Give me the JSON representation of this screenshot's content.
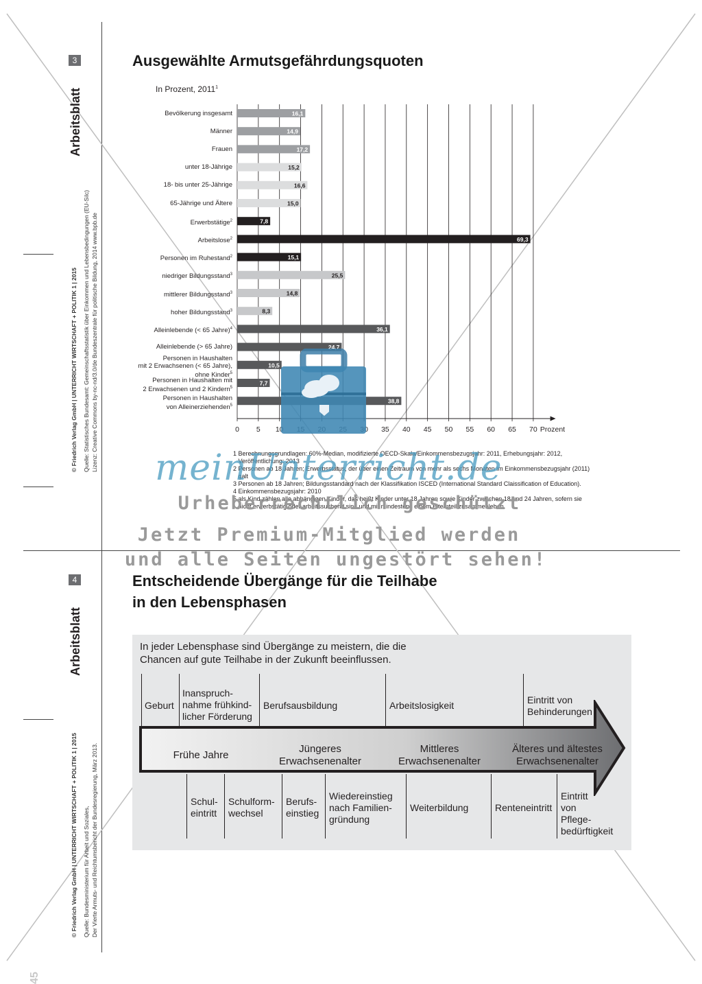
{
  "section3": {
    "number": "3",
    "sidebar_label": "Arbeitsblatt",
    "copyright": "© Friedrich Verlag GmbH | UNTERRICHT WIRTSCHAFT + POLITIK 1 | 2015",
    "source_line1": "Quelle: Statistisches Bundesamt: Gemeinschaftsstatistik über Einkommen und Lebensbedingungen (EU-Silc)",
    "source_line2": "Lizenz: Creative Commons by-nc-nd/3.0/de Bundeszentrale für politische Bildung, 2014 www.bpb.de",
    "title": "Ausgewählte Armutsgefährdungsquoten",
    "subtitle": "In Prozent, 2011",
    "subtitle_sup": "1"
  },
  "chart_data": {
    "type": "bar",
    "orientation": "horizontal",
    "title": "Ausgewählte Armutsgefährdungsquoten",
    "subtitle": "In Prozent, 2011",
    "xlabel": "Prozent",
    "xlim": [
      0,
      70
    ],
    "xticks": [
      0,
      5,
      10,
      15,
      20,
      25,
      30,
      35,
      40,
      45,
      50,
      55,
      60,
      65,
      70
    ],
    "grid": true,
    "categories": [
      {
        "label": "Bevölkerung insgesamt",
        "sup": "",
        "value": 16.1,
        "value_label": "16,1",
        "color": "#9d9fa2"
      },
      {
        "label": "Männer",
        "sup": "",
        "value": 14.9,
        "value_label": "14,9",
        "color": "#9d9fa2"
      },
      {
        "label": "Frauen",
        "sup": "",
        "value": 17.2,
        "value_label": "17,2",
        "color": "#9d9fa2"
      },
      {
        "label": "unter 18-Jährige",
        "sup": "",
        "value": 15.2,
        "value_label": "15,2",
        "color": "#dcddde"
      },
      {
        "label": "18- bis unter 25-Jährige",
        "sup": "",
        "value": 16.6,
        "value_label": "16,6",
        "color": "#dcddde"
      },
      {
        "label": "65-Jährige und Ältere",
        "sup": "",
        "value": 15.0,
        "value_label": "15,0",
        "color": "#dcddde"
      },
      {
        "label": "Erwerbstätige",
        "sup": "2",
        "value": 7.8,
        "value_label": "7,8",
        "color": "#231f20"
      },
      {
        "label": "Arbeitslose",
        "sup": "2",
        "value": 69.3,
        "value_label": "69,3",
        "color": "#231f20"
      },
      {
        "label": "Personen im Ruhestand",
        "sup": "2",
        "value": 15.1,
        "value_label": "15,1",
        "color": "#231f20"
      },
      {
        "label": "niedriger Bildungsstand",
        "sup": "3",
        "value": 25.5,
        "value_label": "25,5",
        "color": "#c7c8ca"
      },
      {
        "label": "mittlerer Bildungsstand",
        "sup": "3",
        "value": 14.8,
        "value_label": "14,8",
        "color": "#c7c8ca"
      },
      {
        "label": "hoher Bildungsstand",
        "sup": "3",
        "value": 8.3,
        "value_label": "8,3",
        "color": "#c7c8ca"
      },
      {
        "label": "Alleinlebende (< 65 Jahre)",
        "sup": "4",
        "value": 36.1,
        "value_label": "36,1",
        "color": "#58595b"
      },
      {
        "label": "Alleinlebende (> 65 Jahre)",
        "sup": "",
        "value": 24.7,
        "value_label": "24,7",
        "color": "#58595b"
      },
      {
        "label": "Personen in Haushalten\nmit 2 Erwachsenen (< 65 Jahre),\nohne Kinder",
        "sup": "5",
        "value": 10.5,
        "value_label": "10,5",
        "color": "#58595b"
      },
      {
        "label": "Personen in Haushalten mit\n2 Erwachsenen und 2 Kindern",
        "sup": "5",
        "value": 7.7,
        "value_label": "7,7",
        "color": "#58595b"
      },
      {
        "label": "Personen in Haushalten\nvon Alleinerziehenden",
        "sup": "5",
        "value": 38.8,
        "value_label": "38,8",
        "color": "#58595b"
      }
    ]
  },
  "footnotes": [
    "1 Berechnungsgrundlagen: 60%-Median, modifizierte OECD-Skala/Einkommensbezugsjahr: 2011, Erhebungsjahr: 2012,",
    "   Veröffentlichung: 2013",
    "2 Personen ab 18 Jahren; Erwerbsstatus, der über einen Zeitraum von mehr als sechs Monaten im Einkommensbezugsjahr (2011)",
    "   galt",
    "3 Personen ab 18 Jahren; Bildungsstandard nach der Klassifikation ISCED (International Standard Claissification of Education).",
    "4 Einkommensbezugsjahr: 2010",
    "5 als Kind zählen alle abhängigen Kinder, das heißt Kinder unter 18 Jahren sowie Kinder zwischen 18 und 24 Jahren, sofern  sie",
    "   nicht erwerbstätig oder arbeitssuchend sind und mit mindestens einem Elternteil zusammenleben."
  ],
  "watermark": {
    "brand": "meinUnterricht.de",
    "line1": "Urheberrechtlich geschützt",
    "line2": "Jetzt Premium-Mitglied werden",
    "line3": "und alle Seiten ungestört sehen!"
  },
  "section4": {
    "number": "4",
    "sidebar_label": "Arbeitsblatt",
    "copyright": "© Friedrich Verlag GmbH | UNTERRICHT WIRTSCHAFT + POLITIK 1 | 2015",
    "source_line1": "Quelle: Bundesministerium für Arbeit und Soziales,",
    "source_line2": "Der Vierte Armuts- und Reichtumsbericht der Bundesregierung, März 2013.",
    "title_line1": "Entscheidende Übergänge für die Teilhabe",
    "title_line2": "in den Lebensphasen",
    "intro": "In jeder Lebensphase sind Übergänge zu meistern, die die Chancen auf gute Teilhabe in der Zukunft beeinflussen.",
    "top_transitions": [
      "Geburt",
      "Inanspruch-\nnahme frühkind-\nlicher Förderung",
      "Berufsausbildung",
      "Arbeitslosigkeit",
      "Eintritt von\nBehinderungen"
    ],
    "phases": [
      "Frühe Jahre",
      "Jüngeres\nErwachsenenalter",
      "Mittleres\nErwachsenenalter",
      "Älteres und ältestes\nErwachsenenalter"
    ],
    "bottom_transitions": [
      "Schul-\neintritt",
      "Schulform-\nwechsel",
      "Berufs-\neinstieg",
      "Wiedereinstieg\nnach Familien-\ngründung",
      "Weiterbildung",
      "Renteneintritt",
      "Eintritt\nvon\nPflege-\nbedürftigkeit"
    ]
  },
  "page_number": "45"
}
